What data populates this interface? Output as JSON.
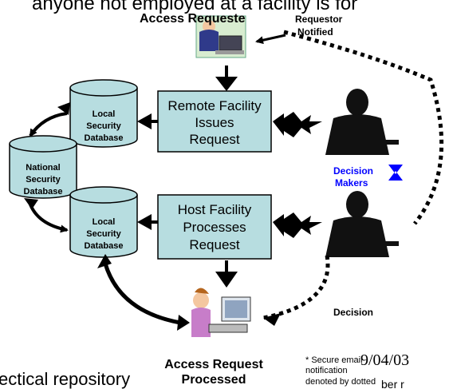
{
  "top_banner_text": "anyone not employed at a facility is for",
  "bottom_left_text": "ectical repository",
  "labels": {
    "access_requested": "Access Requeste",
    "requestor_notified_line1": "Requestor",
    "requestor_notified_line2": "Notified",
    "decision_makers_line1": "Decision",
    "decision_makers_line2": "Makers",
    "decision": "Decision",
    "access_processed_line1": "Access Request",
    "access_processed_line2": "Processed"
  },
  "boxes": {
    "remote_line1": "Remote Facility",
    "remote_line2": "Issues",
    "remote_line3": "Request",
    "host_line1": "Host Facility",
    "host_line2": "Processes",
    "host_line3": "Request"
  },
  "databases": {
    "local_top_line1": "Local",
    "local_top_line2": "Security",
    "local_top_line3": "Database",
    "national_line1": "National",
    "national_line2": "Security",
    "national_line3": "Database",
    "local_bottom_line1": "Local",
    "local_bottom_line2": "Security",
    "local_bottom_line3": "Database"
  },
  "footnote": {
    "line1": "* Secure email",
    "line2": "notification",
    "line3": "denoted by dotted",
    "date": "9/04/03",
    "overflow": "ber r"
  },
  "colors": {
    "box_fill": "#b7dde0",
    "db_fill": "#b7dde0",
    "decision_makers_blue": "#0000ff",
    "legend_star": "#0000ff"
  },
  "icons": [
    "person-at-computer-icon",
    "executive-silhouette-icon",
    "executive-silhouette-icon",
    "operator-at-computer-icon",
    "six-point-star-icon"
  ]
}
